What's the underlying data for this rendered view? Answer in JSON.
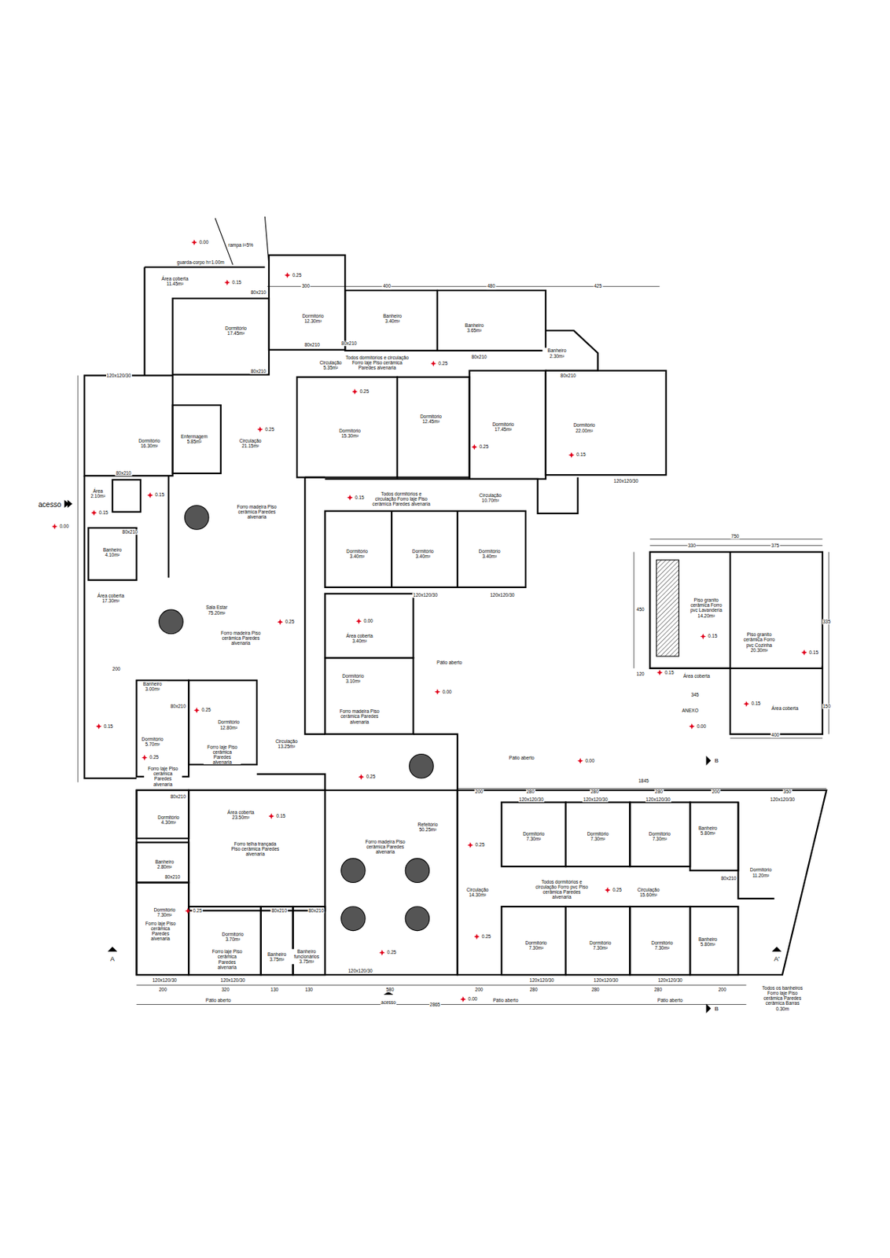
{
  "diagram": {
    "labels": [
      "0.00",
      "rampa i=5%",
      "guarda-corpo h=1.00m",
      "Área coberta 11.45m²",
      "0.15",
      "0.25",
      "300",
      "400",
      "480",
      "425",
      "Dormitório 12.30m²",
      "Banheiro 3.40m²",
      "Banheiro 3.65m²",
      "Banheiro 2.30m²",
      "Dormitório 17.45m²",
      "Circulação 5.35m²",
      "Todos dormitórios e circulação Forro laje Piso cerâmica Paredes alvenaria",
      "0.25",
      "0.25",
      "Dormitório 15.30m²",
      "Dormitório 12.45m²",
      "Dormitório 17.45m²",
      "Dormitório 22.00m²",
      "0.25",
      "0.15",
      "Dormitório 16.30m²",
      "Enfermagem 5.85m²",
      "Circulação 21.15m²",
      "0.25",
      "Área 2.10m²",
      "0.15",
      "0.15",
      "acesso",
      "0.00",
      "Forro madeira Piso cerâmica Paredes alvenaria",
      "Todos dormitórios e circulação Forro laje Piso cerâmica Paredes alvenaria",
      "0.15",
      "Circulação 10.70m²",
      "Dormitório 3.40m²",
      "Dormitório 3.40m²",
      "Dormitório 3.40m²",
      "Banheiro 4.10m²",
      "Área coberta 17.30m²",
      "Sala Estar 75.20m²",
      "Forro madeira Piso cerâmica Paredes alvenaria",
      "0.25",
      "0.00",
      "Área coberta 3.40m²",
      "Pátio aberto",
      "Dormitório 3.10m²",
      "Forro madeira Piso cerâmica Paredes alvenaria",
      "0.00",
      "Banheiro 3.00m²",
      "0.25",
      "Dormitório 12.80m²",
      "Forro laje Piso cerâmica Paredes alvenaria",
      "Circulação 13.25m²",
      "Dormitório 5.70m²",
      "0.25",
      "Forro laje Piso cerâmica Paredes alvenaria",
      "0.15",
      "0.25",
      "Pátio aberto",
      "0.00",
      "Dormitório 4.30m²",
      "Área coberta 23.50m²",
      "0.15",
      "Forro telha trançada Piso cerâmica Paredes alvenaria",
      "Refeitório 50.25m²",
      "0.25",
      "Forro madeira Piso cerâmica Paredes alvenaria",
      "Banheiro 2.80m²",
      "Dormitório 7.30m²",
      "Forro laje Piso cerâmica Paredes alvenaria",
      "0.25",
      "Dormitório 3.70m²",
      "Forro laje Piso cerâmica Paredes alvenaria",
      "Banheiro 3.75m²",
      "Banheiro funcionários 3.75m²",
      "0.25",
      "0.25",
      "Circulação 14.30m²",
      "Dormitório 7.30m²",
      "Dormitório 7.30m²",
      "Dormitório 7.30m²",
      "Dormitório 7.30m²",
      "Dormitório 7.30m²",
      "Dormitório 7.30m²",
      "Todos dormitórios e circulação Forro pvc Piso cerâmica Paredes alvenaria",
      "0.25",
      "Circulação 15.60m²",
      "Banheiro 5.80m²",
      "Banheiro 5.80m²",
      "Dormitório 11.20m²",
      "0.00",
      "Pátio aberto",
      "Pátio aberto",
      "Pátio aberto",
      "acesso",
      "2865",
      "Todos os banheiros Forro laje Piso cerâmica Paredes cerâmica Barras 0.30m",
      "A",
      "A'",
      "B",
      "B",
      "1845",
      "200",
      "280",
      "280",
      "280",
      "200",
      "350",
      "200",
      "320",
      "130",
      "130",
      "580",
      "200",
      "280",
      "280",
      "280",
      "200",
      "750",
      "330",
      "375",
      "Piso granito cerâmica Forro pvc Lavanderia 14.20m²",
      "Piso granito cerâmica Forro pvc Cozinha 20.30m²",
      "0.15",
      "0.15",
      "0.15",
      "Área coberta",
      "ANEXO",
      "0.15",
      "Área coberta",
      "0.00",
      "345",
      "400",
      "450",
      "120",
      "335",
      "150",
      "120x120/30",
      "120x120/30",
      "120x120/30",
      "120x120/30",
      "120x120/30",
      "120x120/30",
      "120x120/30",
      "120x120/30",
      "120x120/30",
      "120x120/30",
      "120x120/30",
      "120x120/30",
      "120x120/30",
      "120x120/30",
      "80x210",
      "80x210",
      "80x210",
      "80x210",
      "80x210",
      "80x210",
      "80x210",
      "80x210",
      "80x210",
      "80x210",
      "80x210",
      "80x210",
      "80x210",
      "80x210",
      "200"
    ]
  }
}
